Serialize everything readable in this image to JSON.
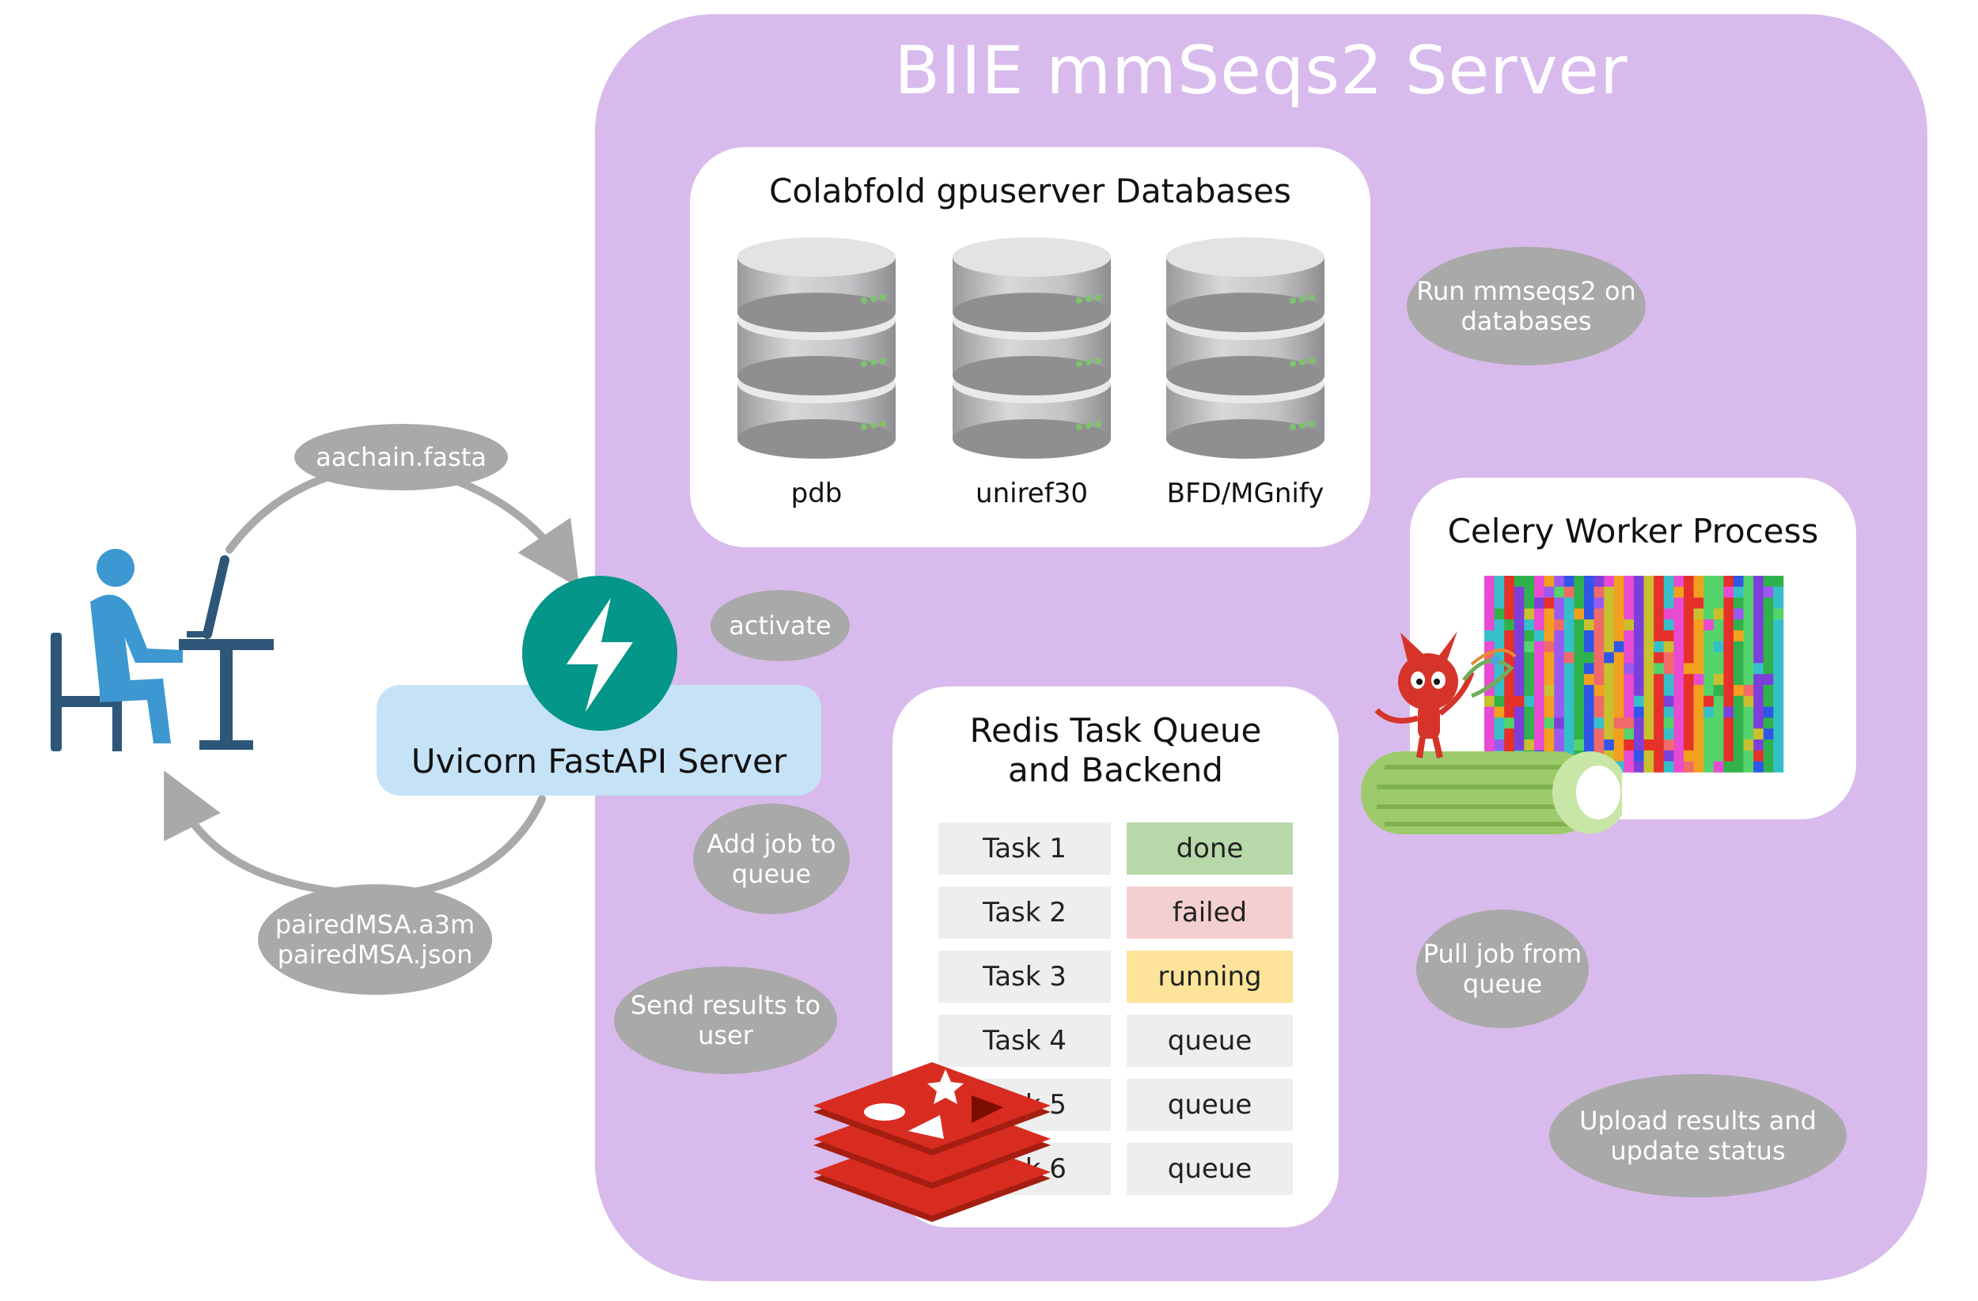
{
  "title": "BIIE mmSeqs2 Server",
  "databases": {
    "title": "Colabfold gpuserver Databases",
    "items": [
      "pdb",
      "uniref30",
      "BFD/MGnify"
    ]
  },
  "celery": {
    "title": "Celery Worker Process"
  },
  "redis": {
    "title_line1": "Redis Task Queue",
    "title_line2": "and Backend",
    "tasks": [
      {
        "name": "Task 1",
        "status": "done",
        "color": "#b7d8a9"
      },
      {
        "name": "Task 2",
        "status": "failed",
        "color": "#f4cfcf"
      },
      {
        "name": "Task 3",
        "status": "running",
        "color": "#fee49a"
      },
      {
        "name": "Task 4",
        "status": "queue",
        "color": "#eeeeee"
      },
      {
        "name": "Task 5",
        "status": "queue",
        "color": "#eeeeee"
      },
      {
        "name": "Task 6",
        "status": "queue",
        "color": "#eeeeee"
      }
    ]
  },
  "uvicorn": {
    "label": "Uvicorn FastAPI Server"
  },
  "bubbles": {
    "aachain": "aachain.fasta",
    "paired_1": "pairedMSA.a3m",
    "paired_2": "pairedMSA.json",
    "activate": "activate",
    "add_job_1": "Add job to",
    "add_job_2": "queue",
    "send_results_1": "Send results to",
    "send_results_2": "user",
    "run_mmseqs_1": "Run mmseqs2 on",
    "run_mmseqs_2": "databases",
    "pull_job_1": "Pull job from",
    "pull_job_2": "queue",
    "upload_1": "Upload results and",
    "upload_2": "update status"
  },
  "colors": {
    "server_bg": "#d8bbec",
    "bubble": "#a9a9a9",
    "arrow": "#a9a9a9",
    "fastapi": "#049688",
    "uvicorn": "#c6e2f7",
    "redis_red": "#c6302b",
    "user_blue": "#3d98d1",
    "user_dark": "#2e5678",
    "celery_green": "#9dcb6c"
  },
  "icons": [
    "user-at-computer-icon",
    "fastapi-lightning-icon",
    "database-icon",
    "redis-logo-icon",
    "celery-logo-icon",
    "msa-alignment-image"
  ]
}
